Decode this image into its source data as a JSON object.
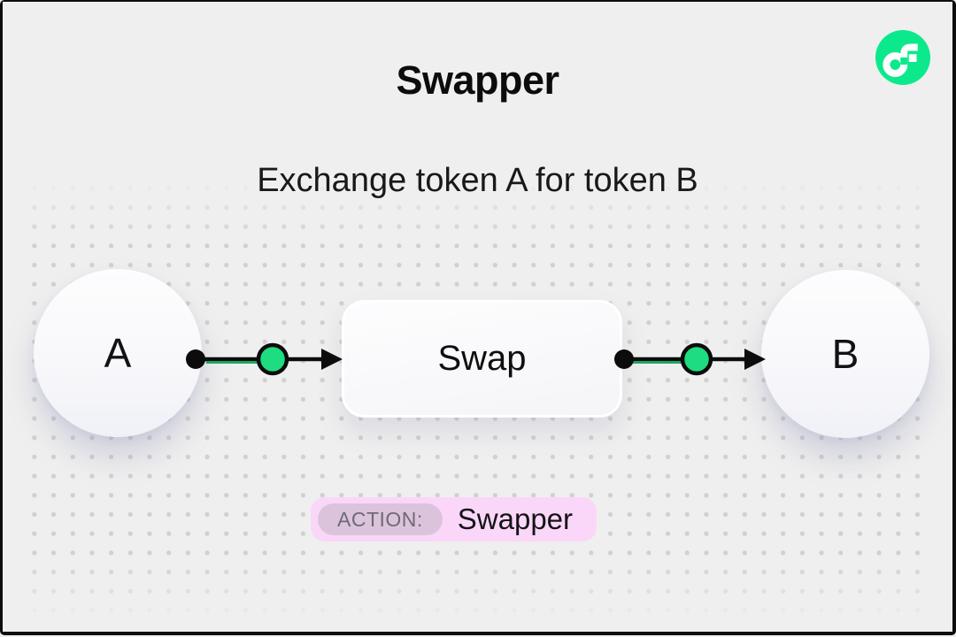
{
  "header": {
    "title": "Swapper",
    "subtitle": "Exchange token A for token B"
  },
  "logo": {
    "name": "flow-logo",
    "brand_green": "#0CE98C"
  },
  "diagram": {
    "input_token": "A",
    "action_box": "Swap",
    "output_token": "B",
    "node_green": "#1EDC80",
    "connector_black": "#0c0c0c",
    "connector_green_underline": "#10A35C"
  },
  "action_badge": {
    "label": "ACTION:",
    "value": "Swapper",
    "bg": "#FAD7F8",
    "label_bg": "#DCC3DC"
  },
  "colors": {
    "background": "#EFEFEF",
    "dot_grid": "#D0D0D0",
    "frame": "#0D0D0D"
  }
}
